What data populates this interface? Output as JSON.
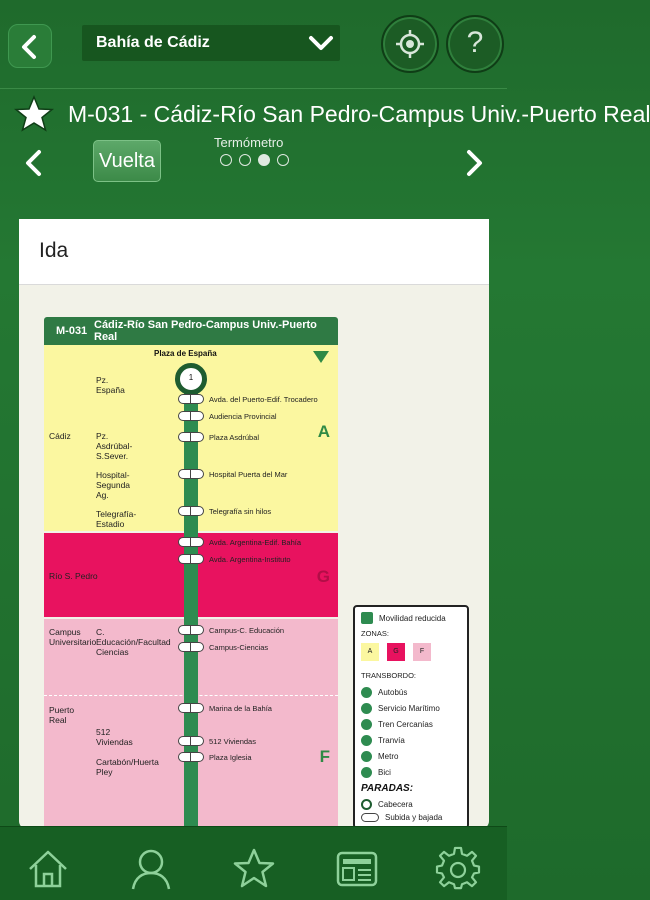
{
  "header": {
    "region_select": "Bahía de Cádiz"
  },
  "route": {
    "title": "M-031 - Cádiz-Río San Pedro-Campus Univ.-Puerto Real",
    "toggle_label": "Vuelta",
    "view_label": "Termómetro",
    "pager": {
      "total": 4,
      "active_index": 2
    }
  },
  "card": {
    "direction": "Ida"
  },
  "scheme": {
    "code": "M-031",
    "name": "Cádiz-Río San Pedro-Campus Univ.-Puerto Real",
    "first_stop": "Plaza de España",
    "first_stop_number": "1",
    "municipalities": [
      "Cádiz",
      "Río S. Pedro",
      "Campus Universitario",
      "Puerto Real"
    ],
    "areas": [
      "Pz. España",
      "Pz. Asdrúbal-S.Sever.",
      "Hospital-Segunda Ag.",
      "Telegrafía-Estadio",
      "C. Educación/Facultad Ciencias",
      "512 Viviendas",
      "Cartabón/Huerta Pley"
    ],
    "zones": [
      "A",
      "G",
      "F"
    ],
    "stops": [
      "Avda. del Puerto-Edif. Trocadero",
      "Audiencia Provincial",
      "Plaza Asdrúbal",
      "Hospital Puerta del Mar",
      "Telegrafía sin hilos",
      "Avda. Argentina-Edif. Bahía",
      "Avda. Argentina-Instituto",
      "Campus-C. Educación",
      "Campus-Ciencias",
      "Marina de la Bahía",
      "512 Viviendas",
      "Plaza Iglesia"
    ]
  },
  "legend": {
    "mobility": "Movilidad reducida",
    "zones_title": "ZONAS:",
    "zones": [
      "A",
      "G",
      "F"
    ],
    "transfer_title": "TRANSBORDO:",
    "transfers": [
      "Autobús",
      "Servicio Marítimo",
      "Tren Cercanías",
      "Tranvía",
      "Metro",
      "Bici"
    ],
    "stops_title": "PARADAS:",
    "stop_types": [
      "Cabecera",
      "Subida y bajada"
    ]
  },
  "colors": {
    "zone_a": "#fbf7a0",
    "zone_g": "#e8125f",
    "zone_f": "#f3b9cc",
    "line": "#2e8b50",
    "bar": "#175f23"
  },
  "tabs": [
    "home-icon",
    "user-icon",
    "star-icon",
    "news-icon",
    "gear-icon"
  ]
}
